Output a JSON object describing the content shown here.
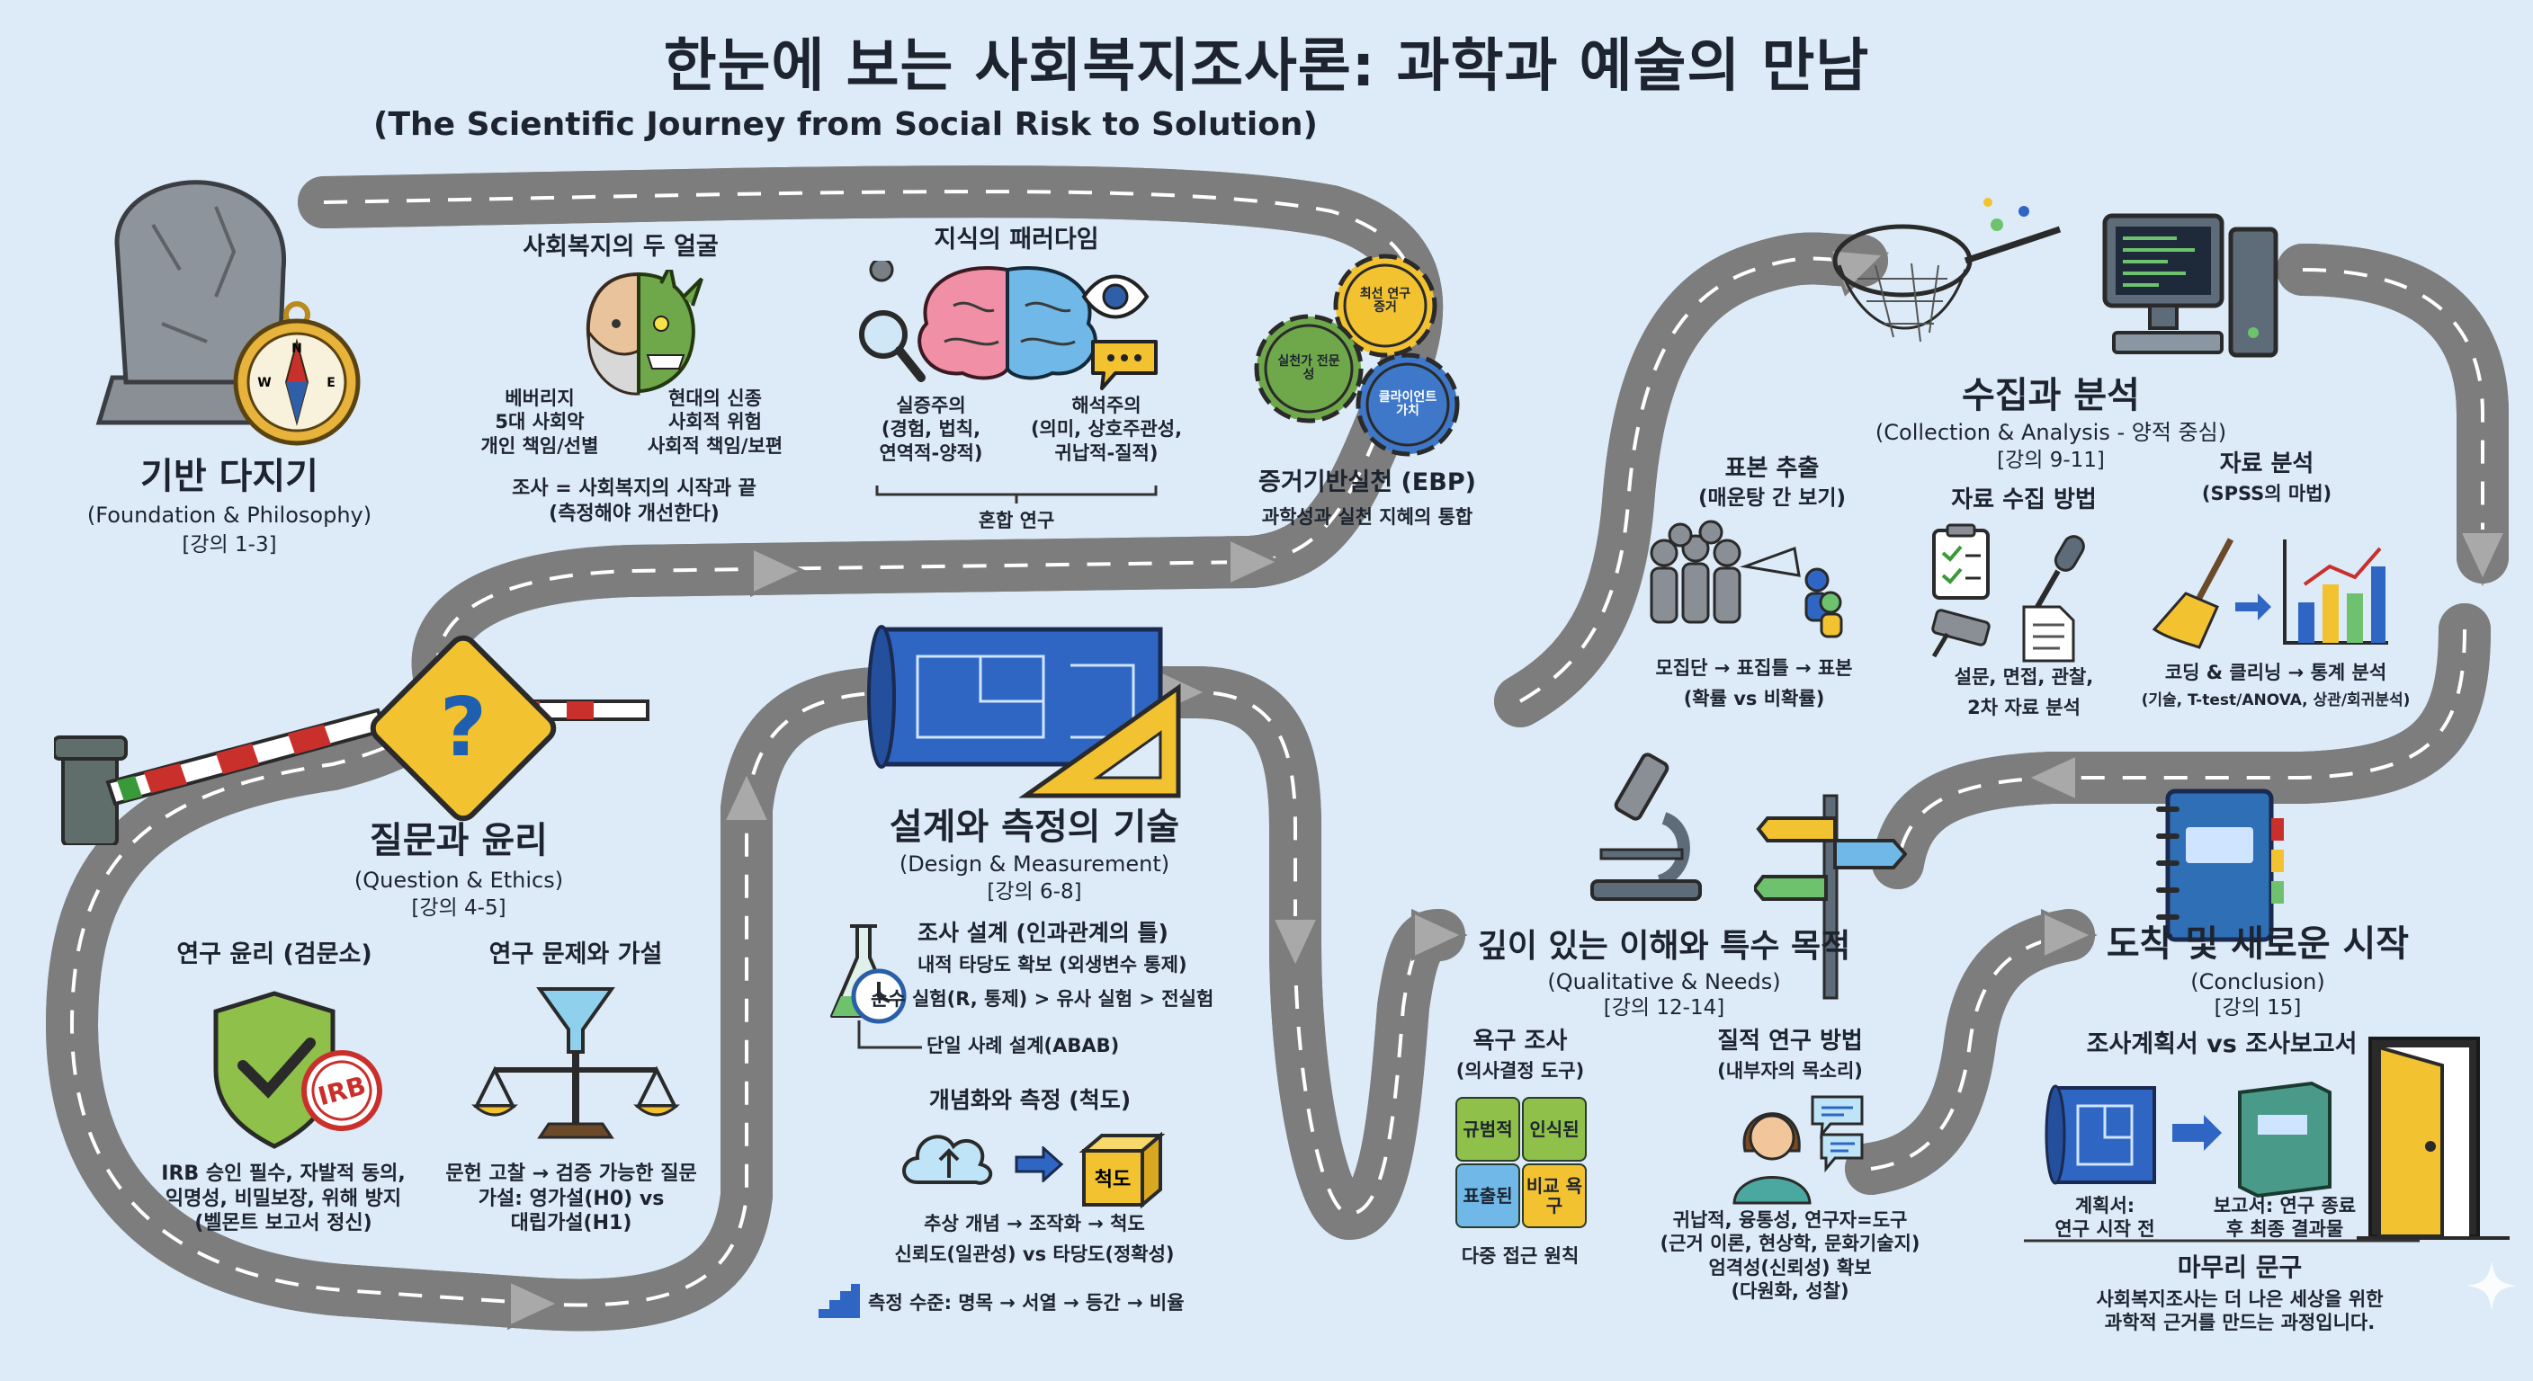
{
  "header": {
    "title": "한눈에 보는 사회복지조사론: 과학과 예술의 만남",
    "subtitle": "(The Scientific Journey from Social Risk to Solution)"
  },
  "foundation": {
    "title": "기반 다지기",
    "en": "(Foundation & Philosophy)",
    "lecture": "[강의 1-3]",
    "faces": {
      "heading": "사회복지의 두 얼굴",
      "left": [
        "베버리지",
        "5대 사회악",
        "개인 책임/선별"
      ],
      "right": [
        "현대의 신종",
        "사회적 위험",
        "사회적 책임/보편"
      ],
      "note": [
        "조사 = 사회복지의 시작과 끝",
        "(측정해야 개선한다)"
      ]
    },
    "paradigm": {
      "heading": "지식의 패러다임",
      "left": [
        "실증주의",
        "(경험, 법칙,",
        "연역적-양적)"
      ],
      "right": [
        "해석주의",
        "(의미, 상호주관성,",
        "귀납적-질적)"
      ],
      "mixed": "혼합 연구"
    },
    "ebp": {
      "heading": "증거기반실천 (EBP)",
      "desc": "과학성과 실천 지혜의 통합",
      "gears": [
        "최선 연구 증거",
        "실천가 전문성",
        "클라이언트 가치"
      ]
    }
  },
  "question": {
    "title": "질문과 윤리",
    "en": "(Question & Ethics)",
    "lecture": "[강의 4-5]",
    "ethics": {
      "heading": "연구 윤리 (검문소)",
      "badge": "IRB",
      "lines": [
        "IRB 승인 필수, 자발적 동의,",
        "익명성, 비밀보장, 위해 방지",
        "(벨몬트 보고서 정신)"
      ]
    },
    "hypothesis": {
      "heading": "연구 문제와 가설",
      "lines": [
        "문헌 고찰 → 검증 가능한 질문",
        "가설: 영가설(H0) vs",
        "대립가설(H1)"
      ]
    }
  },
  "design": {
    "title": "설계와 측정의 기술",
    "en": "(Design & Measurement)",
    "lecture": "[강의 6-8]",
    "survey": {
      "heading": "조사 설계 (인과관계의 틀)",
      "lines": [
        "내적 타당도 확보 (외생변수 통제)",
        "순수 실험(R, 통제) > 유사 실험 > 전실험",
        "단일 사례 설계(ABAB)"
      ]
    },
    "measure": {
      "heading": "개념화와 측정 (척도)",
      "box": "척도",
      "lines": [
        "추상 개념 → 조작화 → 척도",
        "신뢰도(일관성) vs 타당도(정확성)"
      ],
      "levels": "측정 수준: 명목 → 서열 → 등간 → 비율"
    }
  },
  "collection": {
    "title": "수집과 분석",
    "en": "(Collection & Analysis - 양적 중심)",
    "lecture": "[강의 9-11]",
    "sampling": {
      "heading": "표본 추출",
      "sub": "(매운탕 간 보기)",
      "lines": [
        "모집단 → 표집틀 → 표본",
        "(확률 vs 비확률)"
      ]
    },
    "methods": {
      "heading": "자료 수집 방법",
      "lines": [
        "설문, 면접, 관찰,",
        "2차 자료 분석"
      ]
    },
    "analysis": {
      "heading": "자료 분석",
      "sub": "(SPSS의 마법)",
      "lines": [
        "코딩 & 클리닝 → 통계 분석",
        "(기술, T-test/ANOVA, 상관/회귀분석)"
      ]
    }
  },
  "qualitative": {
    "title": "깊이 있는 이해와 특수 목적",
    "en": "(Qualitative & Needs)",
    "lecture": "[강의 12-14]",
    "needs": {
      "heading": "욕구 조사",
      "sub": "(의사결정 도구)",
      "cells": [
        "규범적",
        "인식된",
        "표출된",
        "비교 욕구"
      ],
      "note": "다중 접근 원칙"
    },
    "qual": {
      "heading": "질적 연구 방법",
      "sub": "(내부자의 목소리)",
      "lines": [
        "귀납적, 융통성, 연구자=도구",
        "(근거 이론, 현상학, 문화기술지)",
        "엄격성(신뢰성) 확보",
        "(다원화, 성찰)"
      ]
    }
  },
  "conclusion": {
    "title": "도착 및 새로운 시작",
    "en": "(Conclusion)",
    "lecture": "[강의 15]",
    "compare": {
      "heading": "조사계획서 vs 조사보고서",
      "left": [
        "계획서:",
        "연구 시작 전"
      ],
      "right": [
        "보고서: 연구 종료",
        "후 최종 결과물"
      ]
    },
    "closing": {
      "heading": "마무리 문구",
      "lines": [
        "사회복지조사는 더 나은 세상을 위한",
        "과학적 근거를 만드는 과정입니다."
      ]
    }
  },
  "colors": {
    "background": "#dcebf7",
    "road": "#a9a9a9",
    "road_edge": "#7d7d7d",
    "road_line": "#ffffff",
    "sign": "#f2c230",
    "blueprint": "#2f66c4",
    "shield": "#8fc04a",
    "book": "#2f6fb6",
    "door": "#f2c230"
  },
  "icons": [
    "tombstone-icon",
    "compass-icon",
    "two-face-icon",
    "brain-icon",
    "magnifier-icon",
    "eye-icon",
    "speech-icon",
    "gears-icon",
    "question-sign-icon",
    "barrier-icon",
    "shield-check-icon",
    "funnel-scale-icon",
    "blueprint-icon",
    "ruler-triangle-icon",
    "flask-clock-icon",
    "cloud-icon",
    "cube-icon",
    "stairs-icon",
    "net-icon",
    "computer-icon",
    "crowd-icon",
    "clipboard-icon",
    "microphone-icon",
    "cctv-icon",
    "document-icon",
    "broom-icon",
    "bar-chart-icon",
    "microscope-icon",
    "signpost-icon",
    "woman-icon",
    "notebook-icon",
    "door-icon"
  ]
}
